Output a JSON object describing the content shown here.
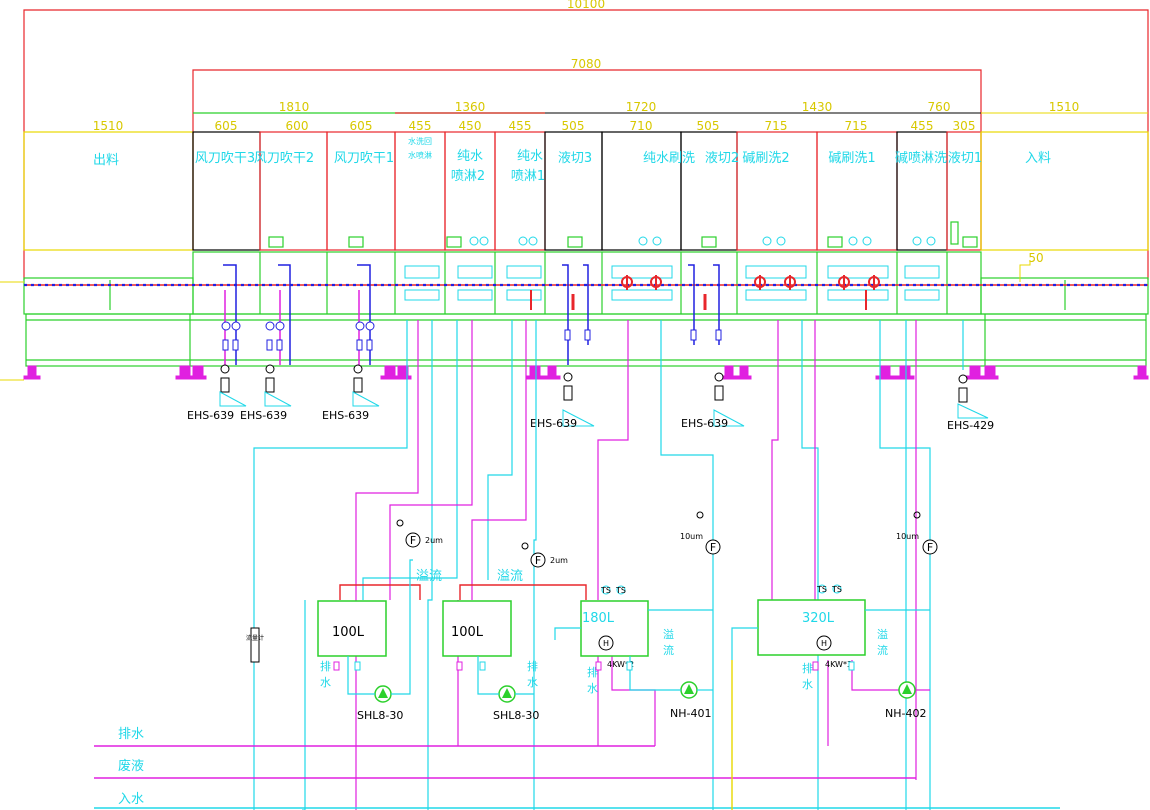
{
  "dimensions": {
    "overall": "10100",
    "middle": "7080",
    "groups": [
      "1810",
      "1360",
      "1720",
      "1430",
      "760"
    ],
    "left_end": "1510",
    "right_end": "1510",
    "sections": [
      "605",
      "600",
      "605",
      "455",
      "450",
      "455",
      "505",
      "710",
      "505",
      "715",
      "715",
      "455",
      "305"
    ],
    "small": "50"
  },
  "sections": {
    "outfeed": "出料",
    "air1": "风刀吹干3",
    "air2": "风刀吹干2",
    "air3": "风刀吹干1",
    "recycle_a": "水洗回",
    "recycle_b": "水喷淋",
    "pure2_a": "纯水",
    "pure2_b": "喷淋2",
    "pure1_a": "纯水",
    "pure1_b": "喷淋1",
    "cut3": "液切3",
    "pure_brush": "纯水刷洗",
    "cut2": "液切2",
    "alk_brush2": "碱刷洗2",
    "alk_brush1": "碱刷洗1",
    "alk_spray": "碱喷淋洗",
    "cut1": "液切1",
    "infeed": "入料"
  },
  "equipment": {
    "ehs": [
      "EHS-639",
      "EHS-639",
      "EHS-639",
      "EHS-639",
      "EHS-639",
      "EHS-429"
    ],
    "tanks": [
      "100L",
      "100L",
      "180L",
      "320L"
    ],
    "pumps": [
      "SHL8-30",
      "SHL8-30",
      "NH-401",
      "NH-402"
    ],
    "filters": [
      "2um",
      "2um",
      "10um",
      "10um"
    ],
    "heaters": [
      "4KW*2",
      "4KW*3"
    ],
    "ts": "TS",
    "f": "F",
    "h": "H"
  },
  "labels": {
    "overflow": "溢流",
    "overflow_v": [
      "溢",
      "流"
    ],
    "drain_v": [
      "排",
      "水"
    ],
    "drain": "排水",
    "waste": "废液",
    "water_in": "入水",
    "meter": "流量计"
  },
  "colors": {
    "red": "#e8262b",
    "green": "#2bd02b",
    "cyan": "#20d8e8",
    "magenta": "#e020e0",
    "blue": "#2020e0",
    "yellow": "#e8d800",
    "black": "#000000"
  }
}
